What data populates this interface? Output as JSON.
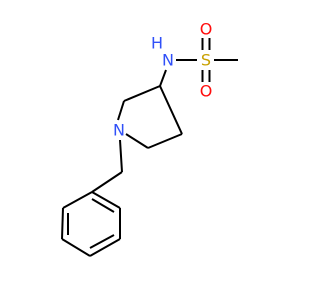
{
  "molecule": {
    "atoms": {
      "amide_nitrogen": {
        "symbol": "N",
        "hydrogen": "H"
      },
      "sulfur": {
        "symbol": "S"
      },
      "oxygen_top": {
        "symbol": "O"
      },
      "oxygen_bottom": {
        "symbol": "O"
      },
      "ring_nitrogen": {
        "symbol": "N"
      }
    },
    "colors": {
      "nitrogen": "#3050F8",
      "sulfur": "#C8A000",
      "oxygen": "#FF0D0D",
      "bond": "#000000"
    }
  }
}
